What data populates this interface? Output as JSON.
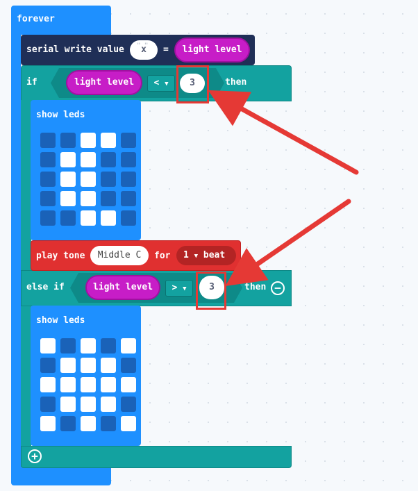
{
  "forever": {
    "label": "forever"
  },
  "serial": {
    "label": "serial write value",
    "name_value": "x",
    "equals": "=",
    "value_block": "light level"
  },
  "if_block": {
    "if_label": "if",
    "sensor": "light level",
    "operator": "<",
    "compare_value": "3",
    "then_label": "then"
  },
  "show_leds_1": {
    "label": "show leds",
    "grid": [
      [
        0,
        0,
        1,
        1,
        0
      ],
      [
        0,
        1,
        1,
        0,
        0
      ],
      [
        0,
        1,
        1,
        0,
        0
      ],
      [
        0,
        1,
        1,
        0,
        0
      ],
      [
        0,
        0,
        1,
        1,
        0
      ]
    ]
  },
  "play_tone": {
    "label": "play tone",
    "note": "Middle C",
    "for_label": "for",
    "beat": "1",
    "beat_label": "beat"
  },
  "else_if_block": {
    "label": "else if",
    "sensor": "light level",
    "operator": ">",
    "compare_value": "3",
    "then_label": "then",
    "remove_icon": "minus-circle-icon"
  },
  "show_leds_2": {
    "label": "show leds",
    "grid": [
      [
        1,
        0,
        1,
        0,
        1
      ],
      [
        0,
        1,
        1,
        1,
        0
      ],
      [
        1,
        1,
        1,
        1,
        1
      ],
      [
        0,
        1,
        1,
        1,
        0
      ],
      [
        1,
        0,
        1,
        0,
        1
      ]
    ]
  },
  "footer": {
    "add_icon": "plus-circle-icon"
  },
  "colors": {
    "forever": "#1e90ff",
    "serial": "#1f2f57",
    "logic": "#13a2a0",
    "input": "#c71dc7",
    "music": "#e03030",
    "annotation": "#e53935"
  }
}
